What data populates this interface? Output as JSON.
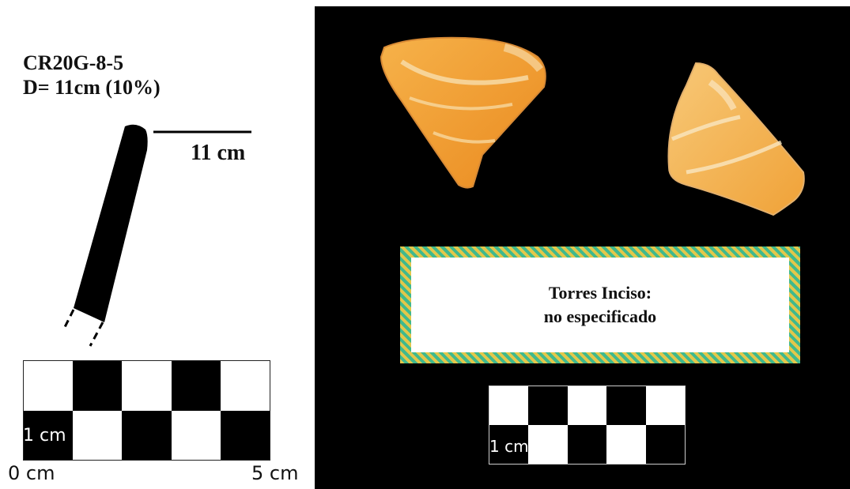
{
  "specimen": {
    "id": "CR20G-8-5",
    "diameter": "D= 11cm (10%)",
    "rim_scale_label": "11 cm"
  },
  "left_scale": {
    "unit_label": "1 cm",
    "axis_start": "0 cm",
    "axis_end": "5 cm"
  },
  "photo_label": {
    "line1": "Torres Inciso:",
    "line2": "no especificado"
  },
  "right_scale": {
    "unit_label": "1 cm"
  },
  "colors": {
    "background_photo": "#000000",
    "label_stripe_a": "#e3c74a",
    "label_stripe_b": "#3fb98e",
    "sherd_orange": "#f2a23a",
    "sherd_cream": "#f3dca6"
  }
}
